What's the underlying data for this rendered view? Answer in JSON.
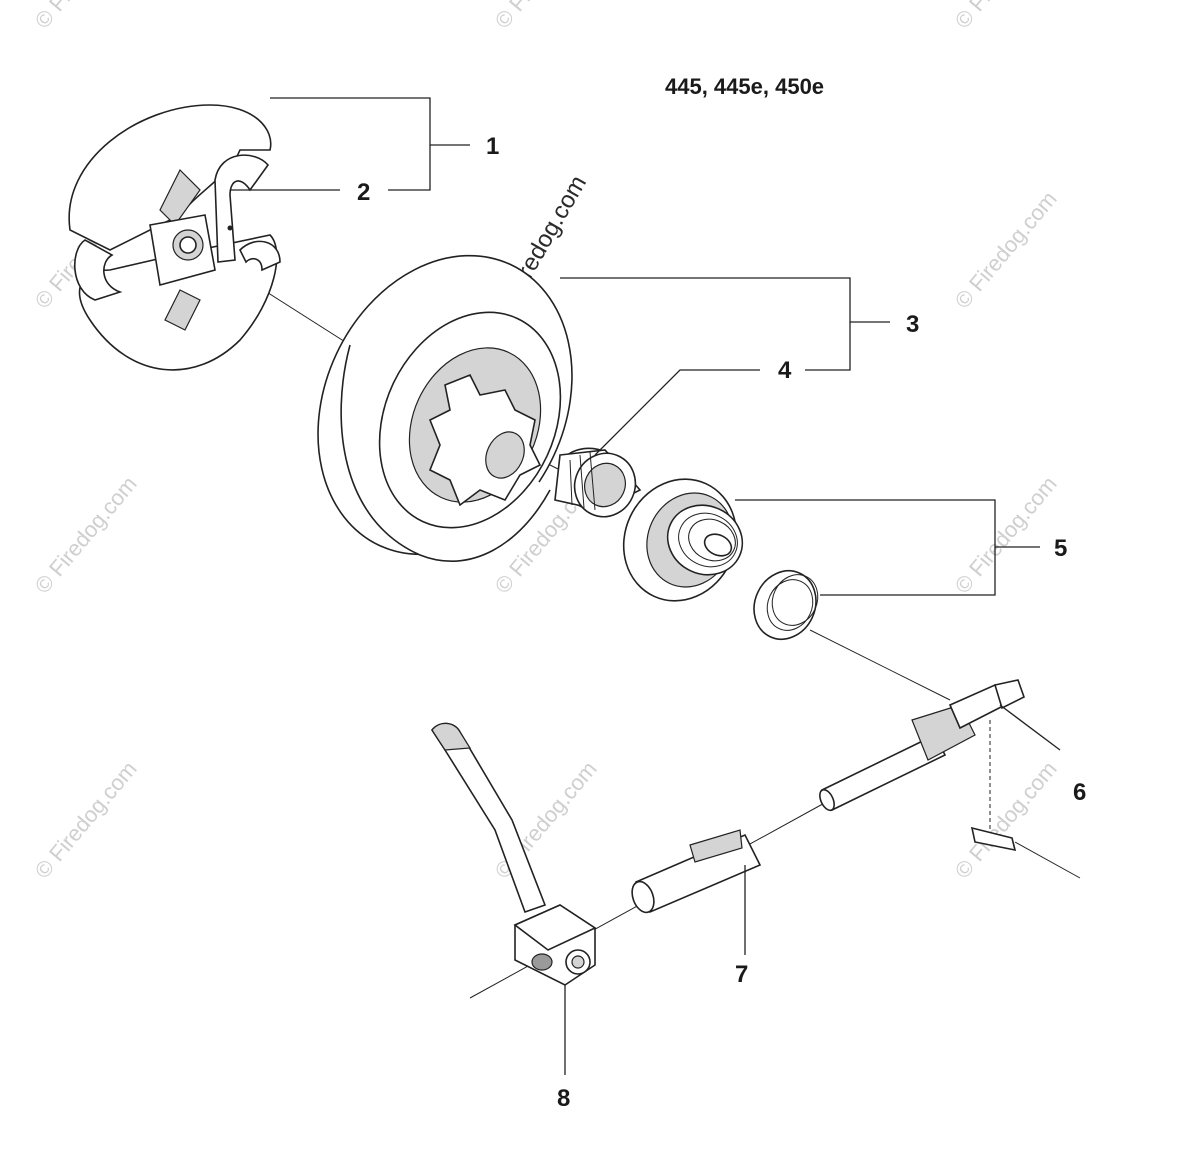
{
  "model_label": "445, 445e, 450e",
  "watermark_main": "© Firedog.com",
  "watermark_faint": "© Firedog.com",
  "callouts": {
    "c1": "1",
    "c2": "2",
    "c3": "3",
    "c4": "4",
    "c5": "5",
    "c6": "6",
    "c7": "7",
    "c8": "8"
  },
  "colors": {
    "line": "#222222",
    "shade": "#d4d4d4",
    "watermark": "#cfcfcf"
  }
}
